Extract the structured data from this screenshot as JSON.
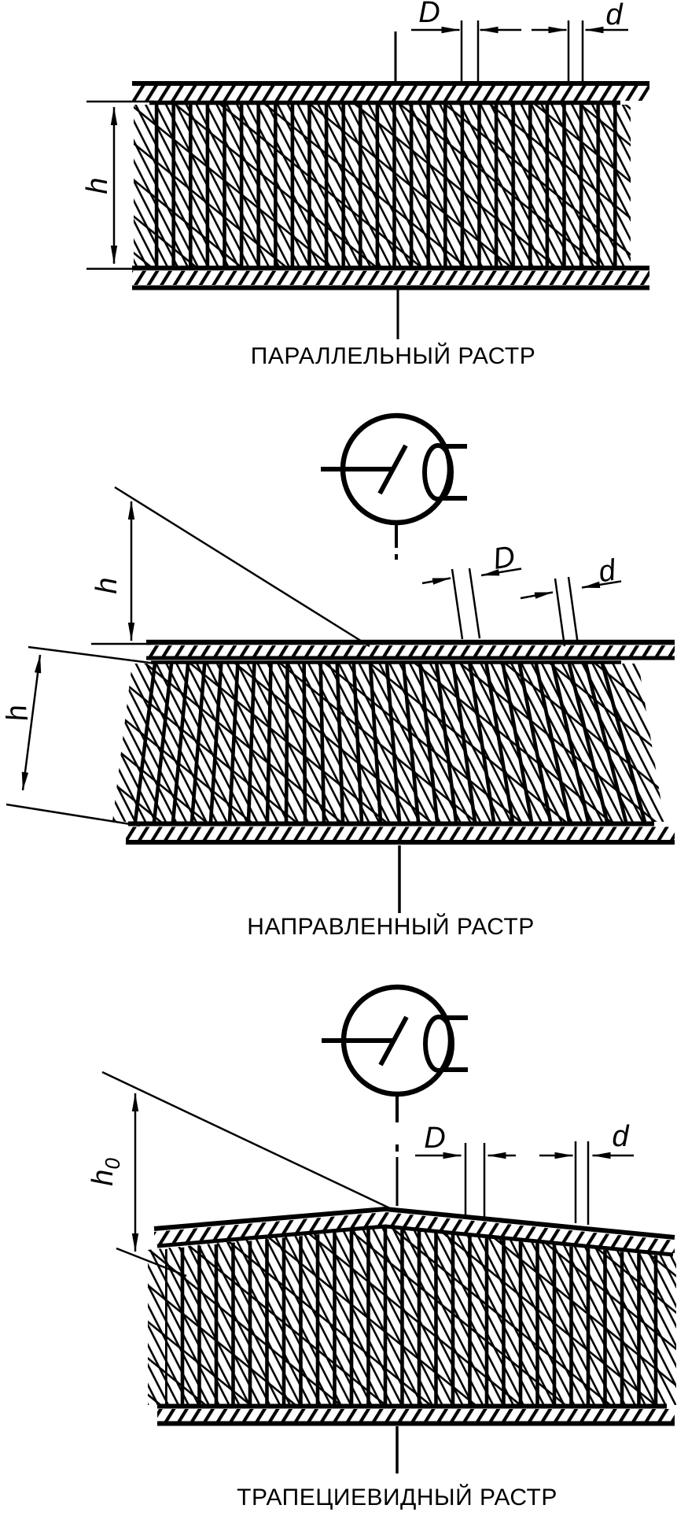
{
  "labels": {
    "D": "D",
    "d": "d",
    "h": "h",
    "h0": {
      "base": "h",
      "sub": "0"
    }
  },
  "captions": {
    "parallel": "ПАРАЛЛЕЛЬНЫЙ РАСТР",
    "directed": "НАПРАВЛЕННЫЙ РАСТР",
    "trapezoid": "ТРАПЕЦИЕВИДНЫЙ РАСТР"
  },
  "icons": {
    "xray_tube": "x-ray-tube-focal-spot-symbol"
  },
  "colors": {
    "ink": "#000000",
    "background": "#ffffff"
  }
}
